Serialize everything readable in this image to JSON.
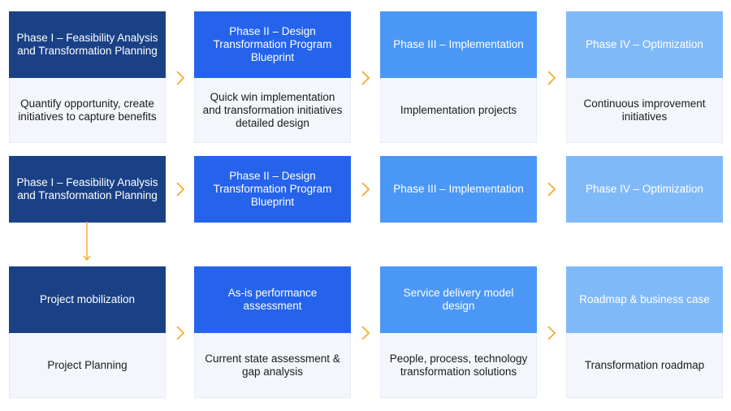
{
  "colors": {
    "phase1": "#1a4186",
    "phase2": "#2563eb",
    "phase3": "#4b97f5",
    "phase4": "#80b9f8",
    "arrow": "#f5a623"
  },
  "rows": [
    {
      "items": [
        {
          "title": "Phase I – Feasibility Analysis and Transformation Planning",
          "body": "Quantify opportunity, create initiatives to capture benefits"
        },
        {
          "title": "Phase II – Design Transformation Program Blueprint",
          "body": "Quick win implementation and transformation initiatives detailed design"
        },
        {
          "title": "Phase III – Implementation",
          "body": "Implementation projects"
        },
        {
          "title": "Phase IV – Optimization",
          "body": "Continuous improvement initiatives"
        }
      ]
    },
    {
      "items": [
        {
          "title": "Phase I – Feasibility Analysis and Transformation Planning"
        },
        {
          "title": "Phase II – Design Transformation Program Blueprint"
        },
        {
          "title": "Phase III – Implementation"
        },
        {
          "title": "Phase IV – Optimization"
        }
      ]
    },
    {
      "items": [
        {
          "title": "Project mobilization",
          "body": "Project Planning"
        },
        {
          "title": "As-is performance assessment",
          "body": "Current state assessment & gap analysis"
        },
        {
          "title": "Service delivery model design",
          "body": "People, process, technology transformation solutions"
        },
        {
          "title": "Roadmap & business case",
          "body": "Transformation roadmap"
        }
      ]
    }
  ]
}
